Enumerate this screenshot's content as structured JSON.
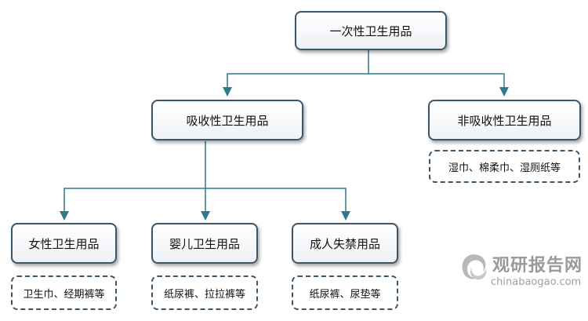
{
  "root": {
    "label": "一次性卫生用品"
  },
  "level1": [
    {
      "label": "吸收性卫生用品"
    },
    {
      "label": "非吸收性卫生用品",
      "desc": "湿巾、棉柔巾、湿厕纸等"
    }
  ],
  "level2": [
    {
      "label": "女性卫生用品",
      "desc": "卫生巾、经期裤等"
    },
    {
      "label": "婴儿卫生用品",
      "desc": "纸尿裤、拉拉裤等"
    },
    {
      "label": "成人失禁用品",
      "desc": "纸尿裤、尿垫等"
    }
  ],
  "watermark": {
    "name": "观研报告网",
    "url": "chinabaogao.com"
  },
  "colors": {
    "line": "#2f7a8c",
    "border": "#3c5567"
  }
}
